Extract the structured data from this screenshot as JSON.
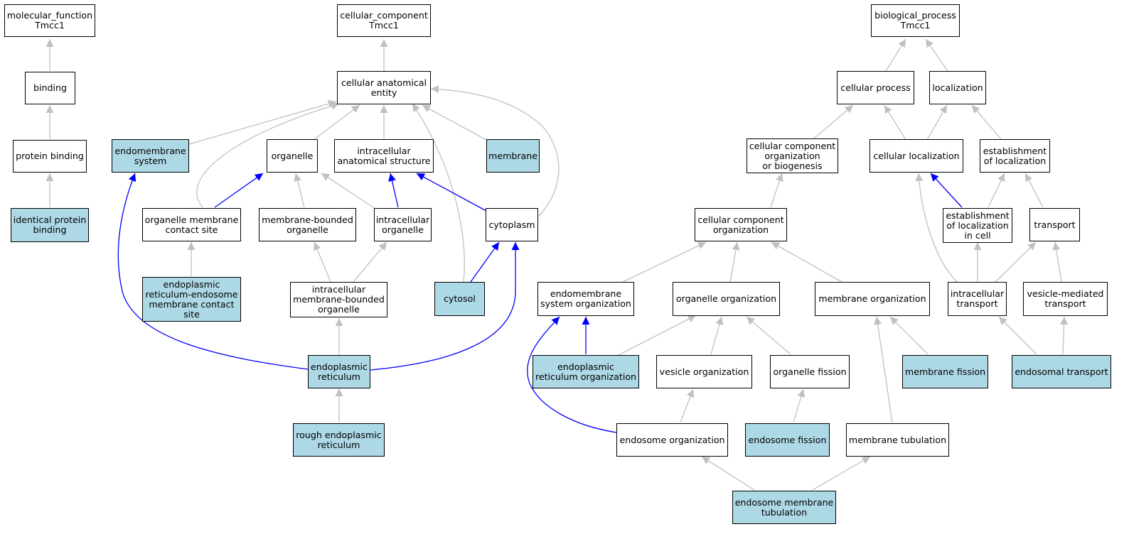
{
  "colors": {
    "highlight": "#add8e6",
    "blue_edge": "#0000ff",
    "gray_edge": "#c0c0c0",
    "border": "#000000"
  },
  "nodes": {
    "mf_root": {
      "label": "molecular_function\nTmcc1"
    },
    "binding": {
      "label": "binding"
    },
    "protein_binding": {
      "label": "protein binding"
    },
    "identical_protein_binding": {
      "label": "identical protein\nbinding"
    },
    "cc_root": {
      "label": "cellular_component\nTmcc1"
    },
    "cellular_anatomical_entity": {
      "label": "cellular anatomical\nentity"
    },
    "endomembrane_system": {
      "label": "endomembrane\nsystem"
    },
    "organelle": {
      "label": "organelle"
    },
    "intracellular_anatomical_structure": {
      "label": "intracellular\nanatomical structure"
    },
    "membrane": {
      "label": "membrane"
    },
    "organelle_membrane_contact_site": {
      "label": "organelle membrane\ncontact site"
    },
    "membrane_bounded_organelle": {
      "label": "membrane-bounded\norganelle"
    },
    "intracellular_organelle": {
      "label": "intracellular\norganelle"
    },
    "cytoplasm": {
      "label": "cytoplasm"
    },
    "er_endosome_contact_site": {
      "label": "endoplasmic\nreticulum-endosome\nmembrane contact\nsite"
    },
    "intracellular_mb_organelle": {
      "label": "intracellular\nmembrane-bounded\norganelle"
    },
    "cytosol": {
      "label": "cytosol"
    },
    "endoplasmic_reticulum": {
      "label": "endoplasmic\nreticulum"
    },
    "rough_er": {
      "label": "rough endoplasmic\nreticulum"
    },
    "bp_root": {
      "label": "biological_process\nTmcc1"
    },
    "cellular_process": {
      "label": "cellular process"
    },
    "localization": {
      "label": "localization"
    },
    "cc_org_or_biogenesis": {
      "label": "cellular component\norganization\nor biogenesis"
    },
    "cellular_localization": {
      "label": "cellular localization"
    },
    "establishment_of_localization": {
      "label": "establishment\nof localization"
    },
    "cc_organization": {
      "label": "cellular component\norganization"
    },
    "establishment_loc_in_cell": {
      "label": "establishment\nof localization\nin cell"
    },
    "transport": {
      "label": "transport"
    },
    "endomembrane_system_org": {
      "label": "endomembrane\nsystem organization"
    },
    "organelle_organization": {
      "label": "organelle organization"
    },
    "membrane_organization": {
      "label": "membrane organization"
    },
    "intracellular_transport": {
      "label": "intracellular\ntransport"
    },
    "vesicle_mediated_transport": {
      "label": "vesicle-mediated\ntransport"
    },
    "er_organization": {
      "label": "endoplasmic\nreticulum organization"
    },
    "vesicle_organization": {
      "label": "vesicle organization"
    },
    "organelle_fission": {
      "label": "organelle fission"
    },
    "membrane_fission": {
      "label": "membrane fission"
    },
    "endosomal_transport": {
      "label": "endosomal transport"
    },
    "endosome_organization": {
      "label": "endosome organization"
    },
    "endosome_fission": {
      "label": "endosome fission"
    },
    "membrane_tubulation": {
      "label": "membrane tubulation"
    },
    "endosome_membrane_tubulation": {
      "label": "endosome membrane\ntubulation"
    }
  }
}
